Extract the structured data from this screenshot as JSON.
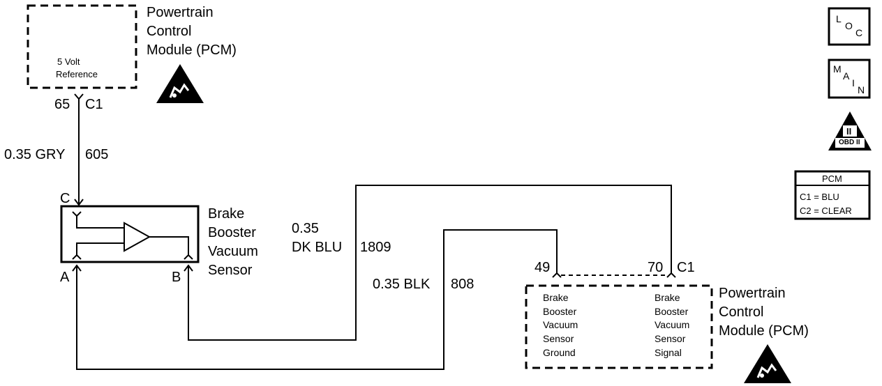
{
  "top_pcm": {
    "title_lines": [
      "Powertrain",
      "Control",
      "Module (PCM)"
    ],
    "inner_label_lines": [
      "5 Volt",
      "Reference"
    ],
    "pin": "65",
    "connector": "C1"
  },
  "wire_grey": {
    "gauge_color": "0.35 GRY",
    "circuit": "605"
  },
  "sensor": {
    "name_lines": [
      "Brake",
      "Booster",
      "Vacuum",
      "Sensor"
    ],
    "terminal_c": "C",
    "terminal_a": "A",
    "terminal_b": "B"
  },
  "wire_blue": {
    "gauge": "0.35",
    "color_circuit": "DK BLU",
    "circuit": "1809"
  },
  "wire_black": {
    "gauge_color": "0.35 BLK",
    "circuit": "808"
  },
  "bottom_pcm": {
    "title_lines": [
      "Powertrain",
      "Control",
      "Module (PCM)"
    ],
    "pin_left": "49",
    "pin_right": "70",
    "connector": "C1",
    "left_label_lines": [
      "Brake",
      "Booster",
      "Vacuum",
      "Sensor",
      "Ground"
    ],
    "right_label_lines": [
      "Brake",
      "Booster",
      "Vacuum",
      "Sensor",
      "Signal"
    ]
  },
  "icons": {
    "loc": {
      "l": "L",
      "o": "O",
      "c": "C"
    },
    "main": {
      "m": "M",
      "a": "A",
      "i": "I",
      "n": "N"
    },
    "obd": {
      "numeral": "II",
      "text": "OBD II"
    }
  },
  "pcm_legend": {
    "title": "PCM",
    "c1": "C1 = BLU",
    "c2": "C2 = CLEAR"
  }
}
